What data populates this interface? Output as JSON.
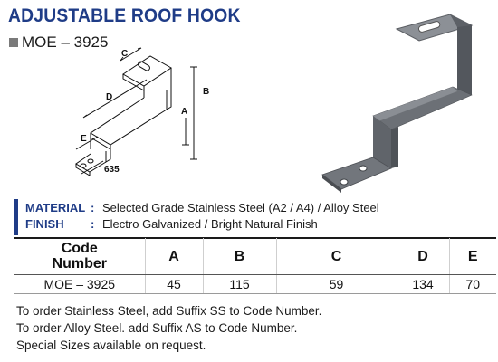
{
  "title": "ADJUSTABLE ROOF HOOK",
  "code": "MOE – 3925",
  "dimensions": {
    "a": "A",
    "b": "B",
    "c": "C",
    "d": "D",
    "e": "E",
    "width": "635"
  },
  "spec": [
    {
      "key": "MATERIAL",
      "colon": ":",
      "value": "Selected Grade Stainless Steel (A2 / A4) / Alloy Steel"
    },
    {
      "key": "FINISH",
      "colon": ":",
      "value": "Electro Galvanized / Bright Natural Finish"
    }
  ],
  "table": {
    "headers": [
      "Code Number",
      "A",
      "B",
      "C",
      "D",
      "E"
    ],
    "rows": [
      [
        "MOE – 3925",
        "45",
        "115",
        "59",
        "134",
        "70"
      ]
    ]
  },
  "notes": [
    "To order Stainless Steel, add Suffix SS to Code Number.",
    "To order Alloy Steel. add Suffix AS to Code Number.",
    "Special Sizes available on request."
  ],
  "colors": {
    "heading": "#1f3c87",
    "metal": "#6e7278"
  }
}
